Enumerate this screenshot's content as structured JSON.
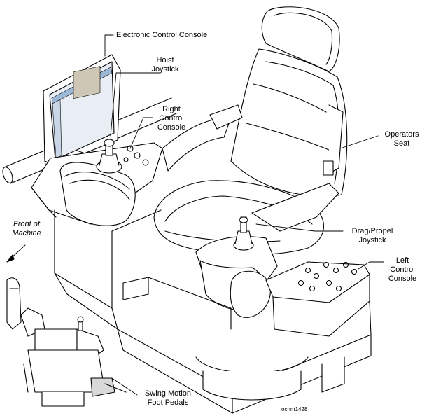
{
  "labels": {
    "electronic_console": "Electronic Control Console",
    "hoist": [
      "Hoist",
      "Joystick"
    ],
    "right_console": [
      "Right",
      "Control",
      "Console"
    ],
    "operators_seat": [
      "Operators",
      "Seat"
    ],
    "front": [
      "Front of",
      "Machine"
    ],
    "drag_propel": [
      "Drag/Propel",
      "Joystick"
    ],
    "left_console": [
      "Left",
      "Control",
      "Console"
    ],
    "swing_pedals": [
      "Swing Motion",
      "Foot Pedals"
    ],
    "drawing_code": "ocnm1428"
  },
  "colors": {
    "ink": "#000000",
    "paper": "#ffffff",
    "screen_blue": "#9db7d6",
    "screen_bg": "#e9eef5",
    "shade": "#d9d9d9"
  }
}
